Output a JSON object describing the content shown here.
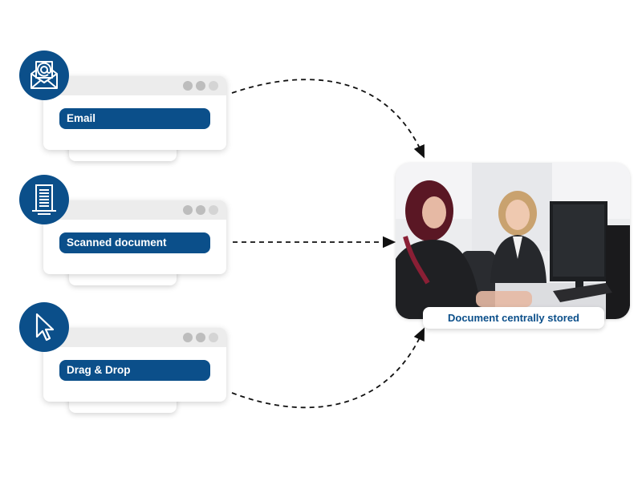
{
  "sources": [
    {
      "label": "Email",
      "icon": "envelope-at-icon"
    },
    {
      "label": "Scanned document",
      "icon": "scanned-document-icon"
    },
    {
      "label": "Drag & Drop",
      "icon": "cursor-arrow-icon"
    }
  ],
  "target": {
    "caption": "Document centrally stored",
    "image": "two-women-at-office-computer-photo"
  },
  "colors": {
    "brand_blue": "#0b4f8a",
    "window_titlebar": "#ececec",
    "placeholder_line": "#c8c8c8"
  }
}
